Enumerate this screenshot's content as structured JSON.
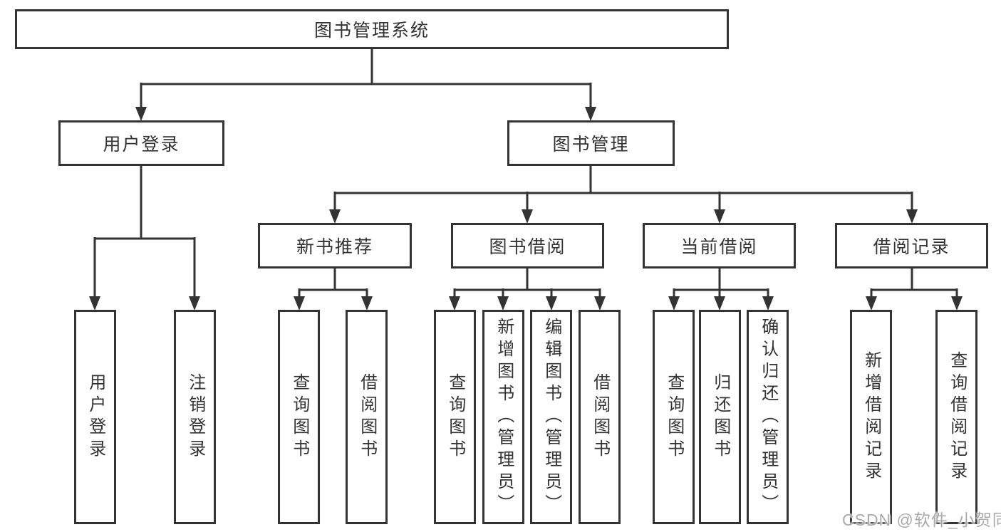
{
  "colors": {
    "line": "#333333",
    "border": "#333333",
    "text": "#333333",
    "background": "#ffffff",
    "watermark": "#ababab"
  },
  "tree": {
    "root": {
      "label": "图书管理系统"
    },
    "level2": [
      {
        "label": "用户登录"
      },
      {
        "label": "图书管理"
      }
    ],
    "level3": [
      {
        "label": "新书推荐"
      },
      {
        "label": "图书借阅"
      },
      {
        "label": "当前借阅"
      },
      {
        "label": "借阅记录"
      }
    ],
    "leafGroups": [
      {
        "parent": "用户登录",
        "items": [
          {
            "label": "用户登录"
          },
          {
            "label": "注销登录"
          }
        ]
      },
      {
        "parent": "新书推荐",
        "items": [
          {
            "label": "查询图书"
          },
          {
            "label": "借阅图书"
          }
        ]
      },
      {
        "parent": "图书借阅",
        "items": [
          {
            "label": "查询图书"
          },
          {
            "label": "新增图书（管理员）"
          },
          {
            "label": "编辑图书（管理员）"
          },
          {
            "label": "借阅图书"
          }
        ]
      },
      {
        "parent": "当前借阅",
        "items": [
          {
            "label": "查询图书"
          },
          {
            "label": "归还图书"
          },
          {
            "label": "确认归还（管理员）"
          }
        ]
      },
      {
        "parent": "借阅记录",
        "items": [
          {
            "label": "新增借阅记录"
          },
          {
            "label": "查询借阅记录"
          }
        ]
      }
    ]
  },
  "watermark": {
    "text": "CSDN @软件_小贺同学"
  }
}
